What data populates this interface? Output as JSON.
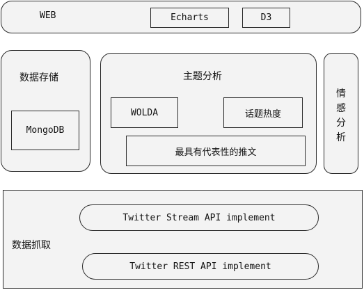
{
  "web_layer": {
    "title": "WEB",
    "items": [
      "Echarts",
      "D3"
    ]
  },
  "storage": {
    "title": "数据存储",
    "db": "MongoDB"
  },
  "topic_analysis": {
    "title": "主题分析",
    "wolda": "WOLDA",
    "hotness": "话题热度",
    "representative": "最具有代表性的推文"
  },
  "sentiment": {
    "title": "情感分析"
  },
  "crawl": {
    "title": "数据抓取",
    "stream_api": "Twitter Stream API implement",
    "rest_api": "Twitter REST API implement"
  }
}
